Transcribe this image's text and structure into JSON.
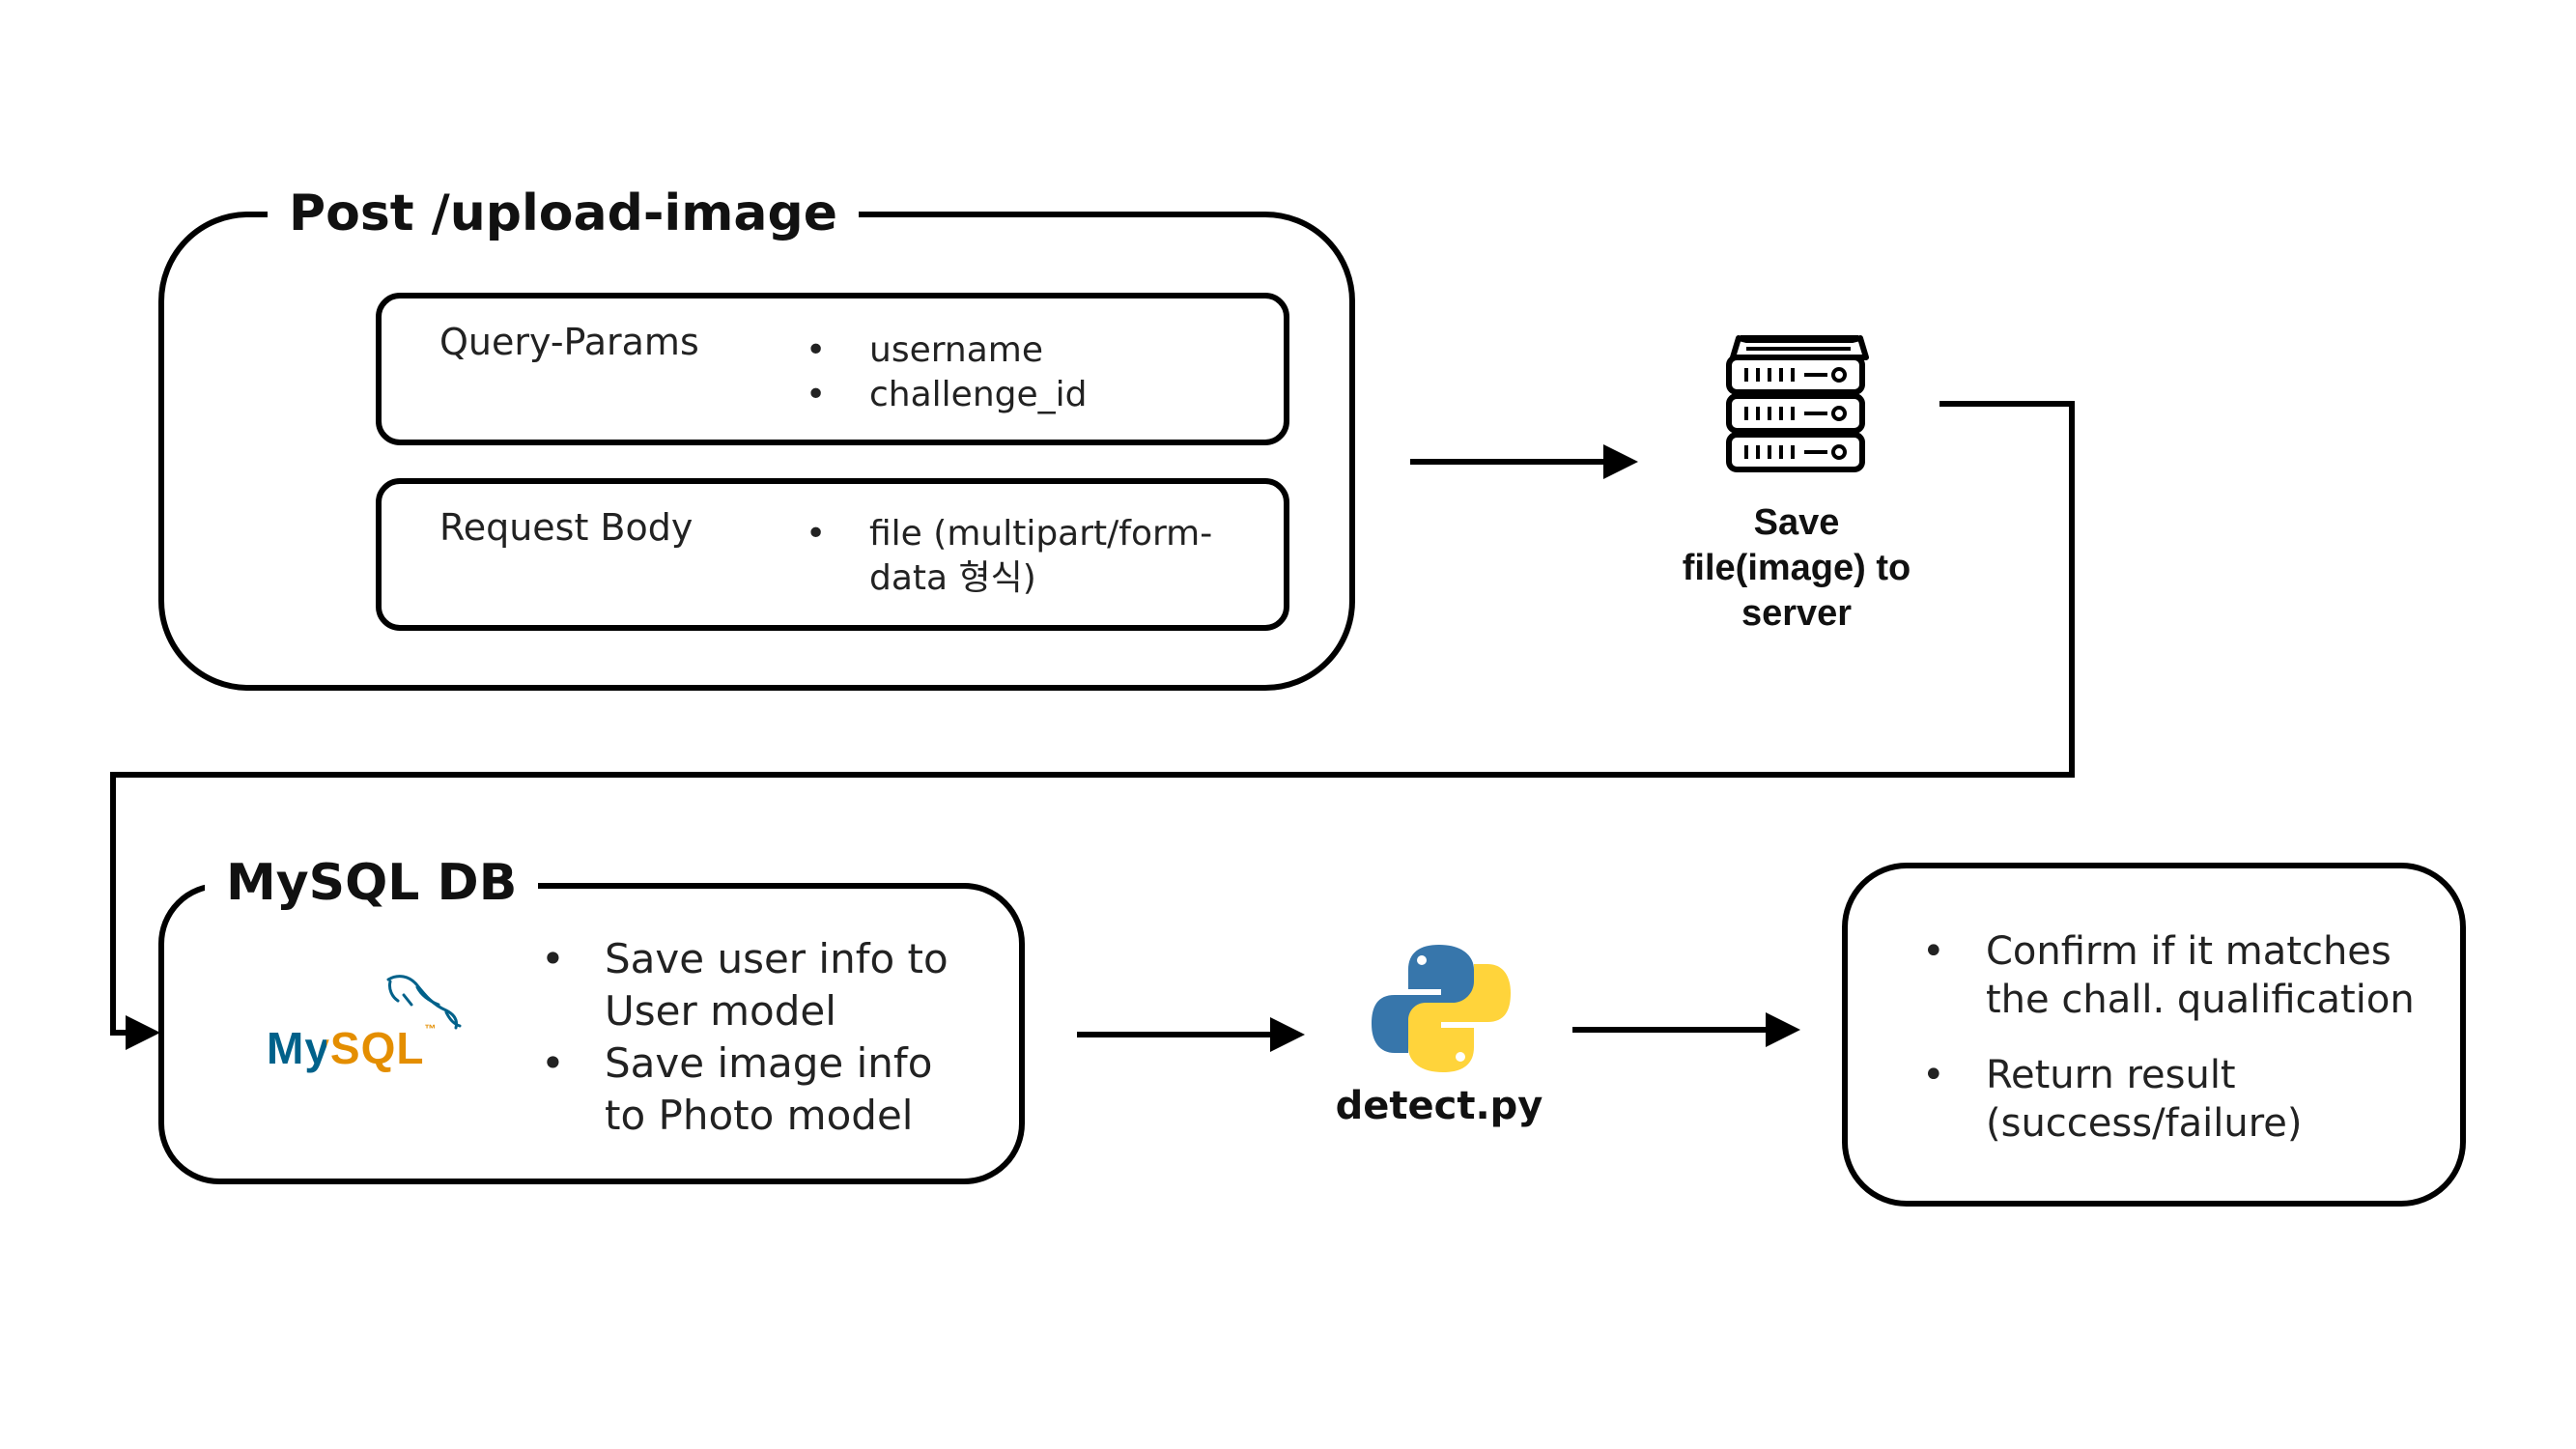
{
  "upload": {
    "title": "Post /upload-image",
    "query_params": {
      "label": "Query-Params",
      "items": [
        "username",
        "challenge_id"
      ]
    },
    "request_body": {
      "label": "Request Body",
      "items": [
        "file (multipart/form-data 형식)"
      ]
    }
  },
  "server": {
    "icon": "server-rack-icon",
    "caption_lines": [
      "Save",
      "file(image) to",
      "server"
    ]
  },
  "mysql": {
    "title": "MySQL DB",
    "logo_text": "MySQL",
    "logo_tm": "™",
    "items": [
      "Save user info to User model",
      "Save image info to Photo model"
    ]
  },
  "detect": {
    "icon": "python-logo-icon",
    "caption": "detect.py"
  },
  "result": {
    "items": [
      "Confirm if it matches the chall. qualification",
      "Return result (success/failure)"
    ]
  },
  "colors": {
    "stroke": "#000000",
    "mysql_blue": "#00618A",
    "mysql_orange": "#E48E00",
    "python_blue": "#3776AB",
    "python_yellow": "#FFD43B"
  }
}
